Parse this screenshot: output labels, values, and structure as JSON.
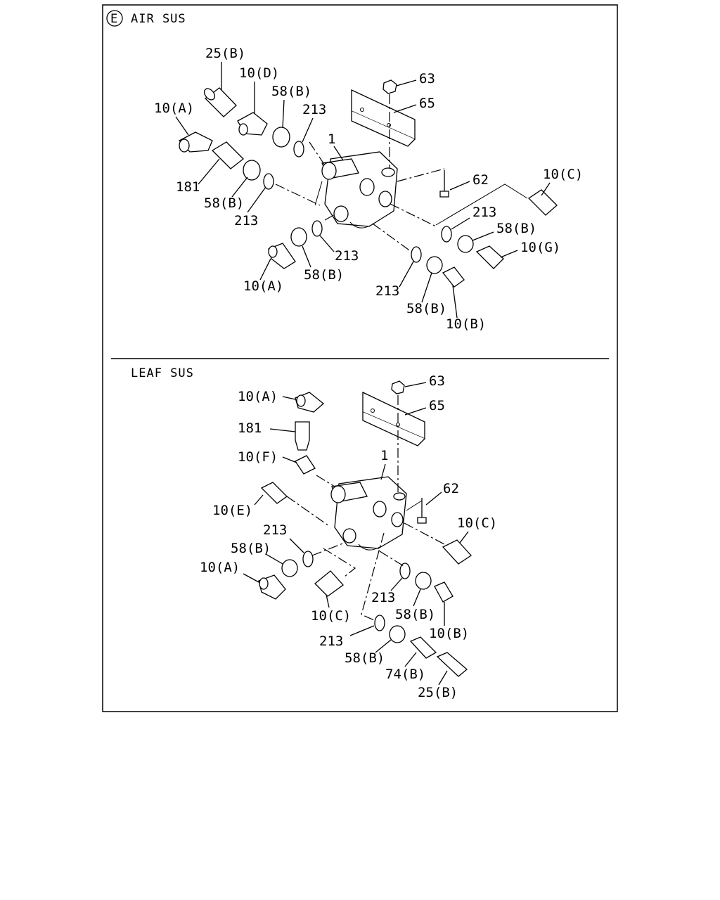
{
  "sections": {
    "air": {
      "badge": "E",
      "title": "AIR SUS"
    },
    "leaf": {
      "title": "LEAF SUS"
    }
  },
  "air_labels": [
    "25(B)",
    "10(D)",
    "58(B)",
    "213",
    "63",
    "65",
    "10(A)",
    "1",
    "181",
    "58(B)",
    "213",
    "62",
    "10(C)",
    "213",
    "58(B)",
    "10(G)",
    "213",
    "58(B)",
    "10(A)",
    "213",
    "58(B)",
    "10(B)"
  ],
  "leaf_labels": [
    "63",
    "65",
    "10(A)",
    "181",
    "10(F)",
    "1",
    "62",
    "10(E)",
    "10(C)",
    "213",
    "58(B)",
    "10(A)",
    "213",
    "10(C)",
    "58(B)",
    "10(B)",
    "213",
    "58(B)",
    "74(B)",
    "25(B)"
  ]
}
